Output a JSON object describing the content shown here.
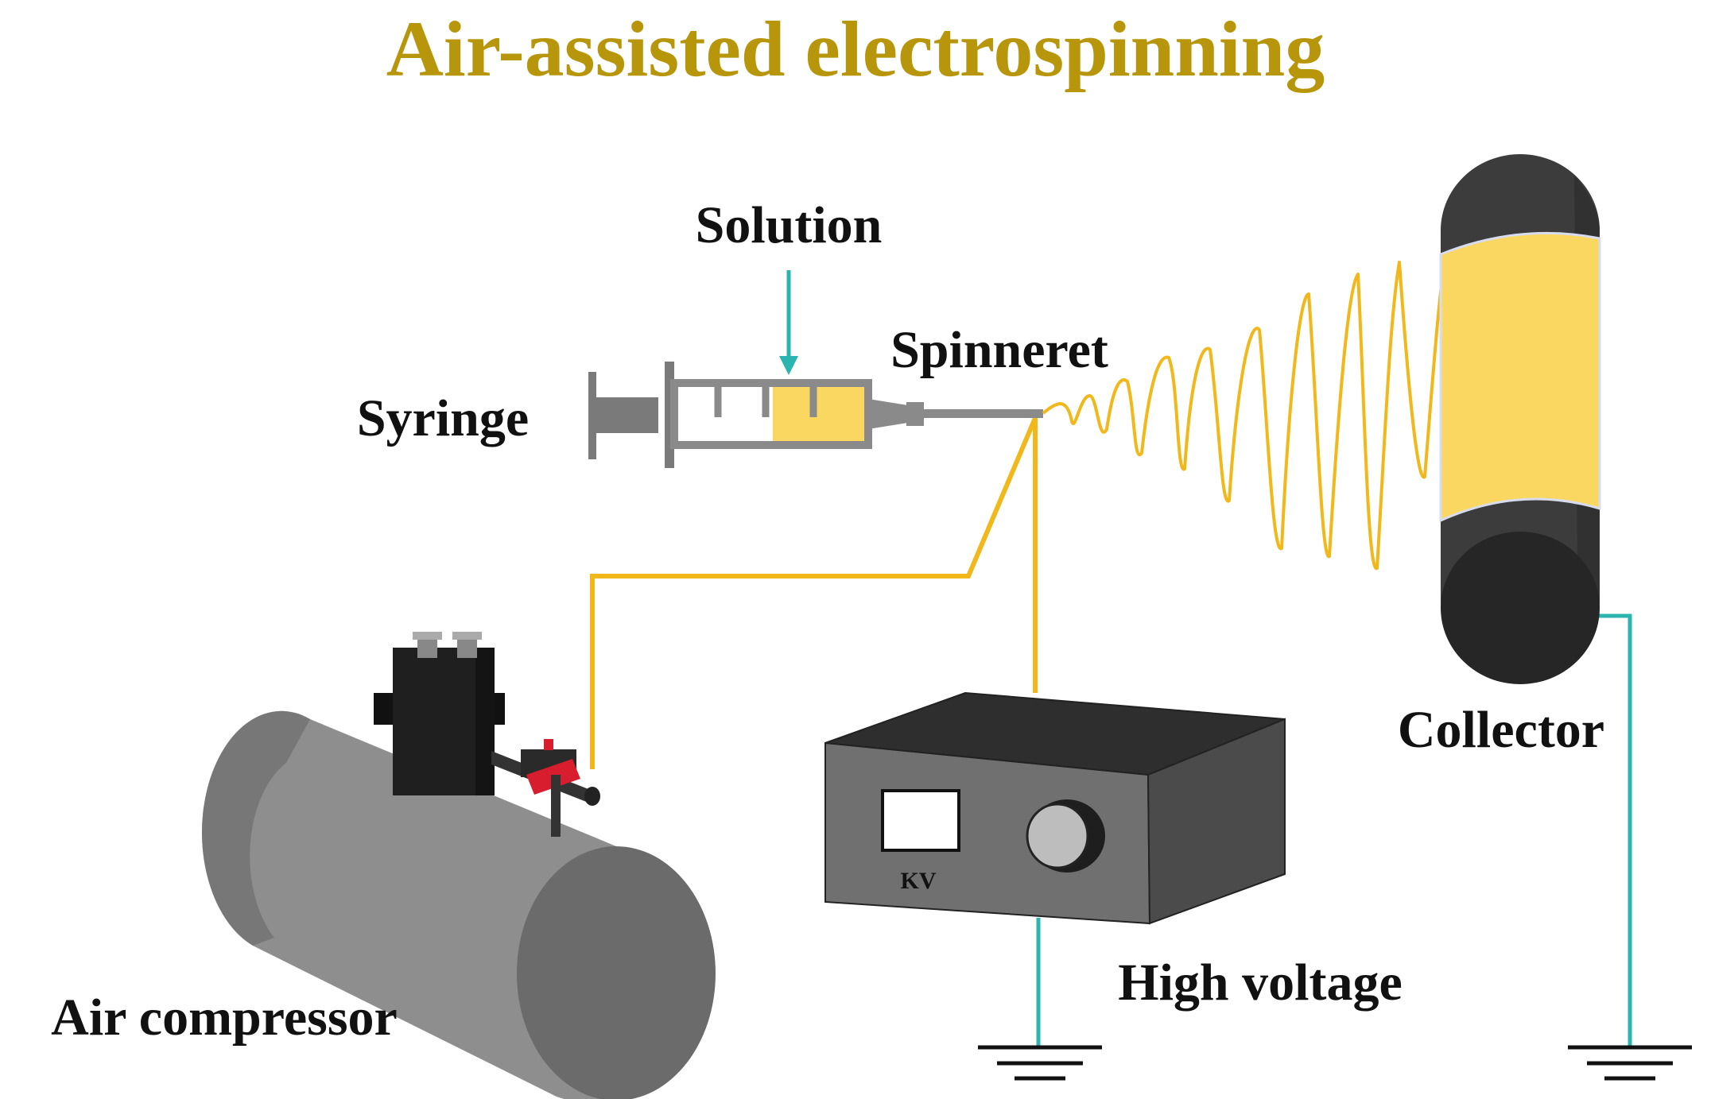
{
  "title": "Air-assisted electrospinning",
  "labels": {
    "solution": "Solution",
    "syringe": "Syringe",
    "spinneret": "Spinneret",
    "collector": "Collector",
    "air_compressor": "Air compressor",
    "high_voltage": "High voltage",
    "kv": "KV"
  },
  "colors": {
    "title": "#b8960c",
    "fiber": "#f0b81a",
    "solution_fill": "#fad761",
    "ground_wire": "#2bb5b0",
    "device_dark": "#3a3a3a",
    "device_gray": "#8e8e8e"
  }
}
